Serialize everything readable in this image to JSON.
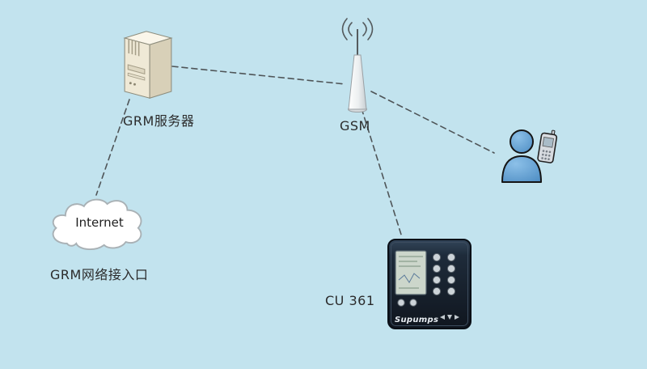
{
  "canvas": {
    "background": "#c2e3ee"
  },
  "diagram": {
    "server": {
      "label": "GRM服务器"
    },
    "gsm": {
      "label": "GSM"
    },
    "cloud": {
      "label": "Internet",
      "caption": "GRM网络接入口"
    },
    "controller": {
      "label": "CU 361",
      "brand": "Supumps"
    },
    "user": {
      "name": "mobile-user-with-phone"
    },
    "connections": [
      {
        "from": "grm-server",
        "to": "gsm-antenna",
        "style": "dashed"
      },
      {
        "from": "grm-server",
        "to": "internet-cloud",
        "style": "dashed"
      },
      {
        "from": "gsm-antenna",
        "to": "mobile-user",
        "style": "dashed"
      },
      {
        "from": "gsm-antenna",
        "to": "cu361-controller",
        "style": "dashed"
      }
    ]
  }
}
